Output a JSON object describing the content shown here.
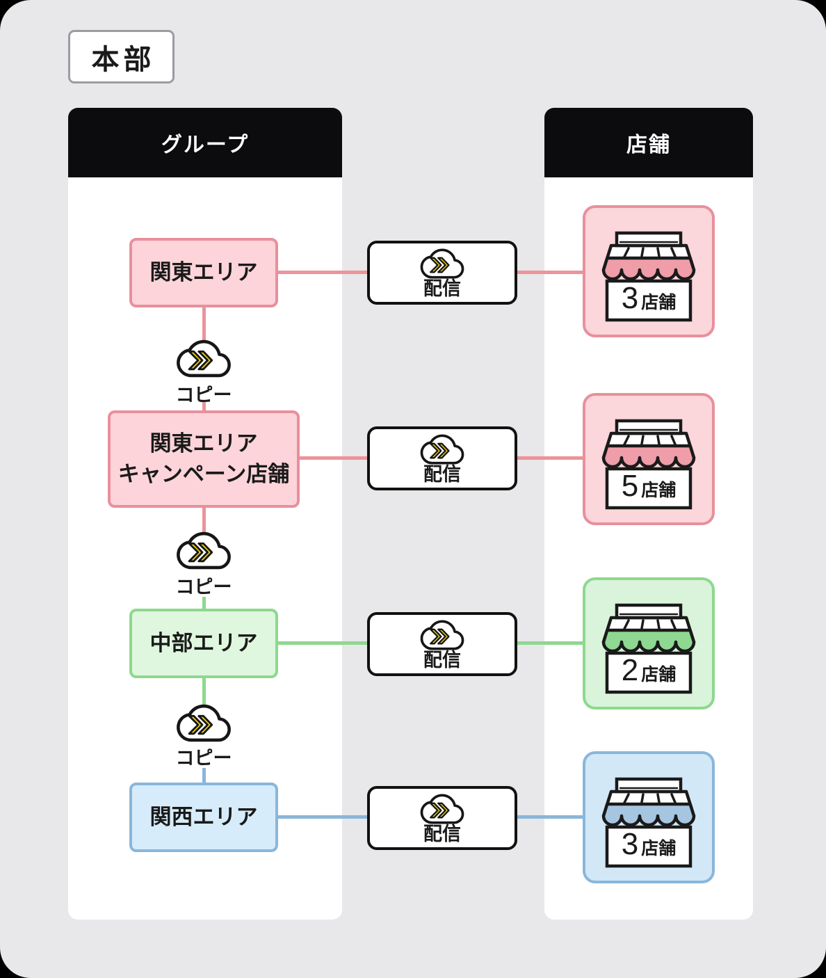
{
  "page": {
    "title": "本部",
    "background": "#e8e7ea"
  },
  "columns": {
    "group": {
      "header": "グループ"
    },
    "store": {
      "header": "店舗"
    }
  },
  "labels": {
    "copy": "コピー",
    "deliver": "配信",
    "store_unit": "店舗"
  },
  "icon_colors": {
    "chevron_yellow": "#f2d408",
    "outline": "#161616"
  },
  "rows": [
    {
      "group_label": "関東エリア",
      "group_label2": "",
      "store_count": "3",
      "colors": {
        "fill": "#fcd4da",
        "border": "#e8909c",
        "line": "#ec939b",
        "awning": "#ee9da9",
        "card_fill": "#fbd6db"
      }
    },
    {
      "group_label": "関東エリア",
      "group_label2": "キャンペーン店舗",
      "store_count": "5",
      "colors": {
        "fill": "#fcd4da",
        "border": "#e8909c",
        "line": "#ec939b",
        "awning": "#ee9da9",
        "card_fill": "#fbd6db"
      }
    },
    {
      "group_label": "中部エリア",
      "group_label2": "",
      "store_count": "2",
      "colors": {
        "fill": "#dff7de",
        "border": "#8ed88f",
        "line": "#8ed88f",
        "awning": "#8fd892",
        "card_fill": "#d9f4da"
      }
    },
    {
      "group_label": "関西エリア",
      "group_label2": "",
      "store_count": "3",
      "colors": {
        "fill": "#d7ecfa",
        "border": "#8ab6da",
        "line": "#8ab6da",
        "awning": "#a6c5e1",
        "card_fill": "#d2e8f7"
      }
    }
  ]
}
